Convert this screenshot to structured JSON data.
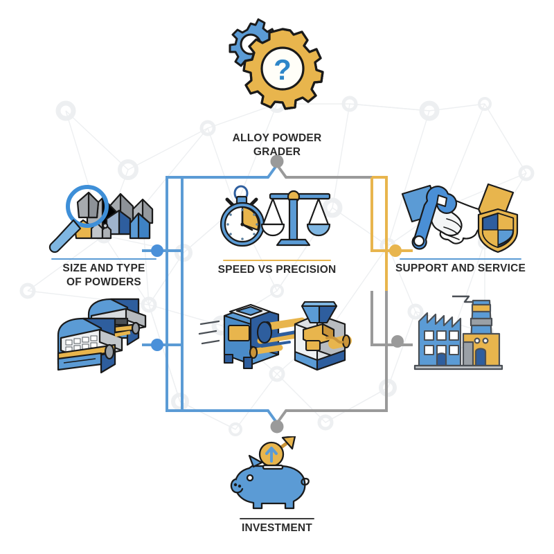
{
  "diagram": {
    "title_node": {
      "label": "ALLOY POWDER GRADER",
      "icon": "gears-question-icon"
    },
    "branches": [
      {
        "id": "size-and-type-of-powders",
        "label": "SIZE AND TYPE\nOF POWDERS",
        "rule_color": "#5B9BD5",
        "icons": [
          "magnifier-ore-pile-icon",
          "sieve-grading-machine-icon"
        ],
        "connector_color": "#5B9BD5",
        "dot_color": "#4A90D9"
      },
      {
        "id": "speed-vs-precision",
        "label": "SPEED VS PRECISION",
        "rule_color": "#E8B54D",
        "icons": [
          "stopwatch-balance-scale-icon",
          "extruder-mill-machine-icon"
        ],
        "connector_color": "#E8B54D",
        "dot_color": "#E8B54D"
      },
      {
        "id": "support-and-service",
        "label": "SUPPORT AND SERVICE",
        "rule_color": "#5B9BD5",
        "icons": [
          "handshake-wrench-shield-icon",
          "factory-icon"
        ],
        "connector_color": "#9A9A9A",
        "dot_color": "#E8B54D"
      },
      {
        "id": "investment",
        "label": "INVESTMENT",
        "rule_color": "#3A3A3A",
        "icons": [
          "piggy-bank-coin-arrow-icon"
        ],
        "connector_color": "#9A9A9A",
        "dot_color": "#9A9A9A"
      }
    ],
    "colors": {
      "blue": "#5B9BD5",
      "blue_dark": "#2E5E9E",
      "blue_deep": "#1F4E79",
      "gold": "#E8B54D",
      "gold_dark": "#C9943A",
      "gray": "#9A9A9A",
      "gray_rock": "#A6AAAE",
      "gray_rock_dark": "#7E848A",
      "outline": "#1A1A1A",
      "text": "#2b2b2b",
      "network": "#EDEFF1",
      "background": "#FFFFFF"
    },
    "connector_nodes": [
      {
        "name": "top-junction-node",
        "color": "#9A9A9A"
      },
      {
        "name": "left-upper-node",
        "color": "#4A90D9"
      },
      {
        "name": "left-lower-node",
        "color": "#4A90D9"
      },
      {
        "name": "right-upper-node",
        "color": "#E8B54D"
      },
      {
        "name": "right-lower-node",
        "color": "#9A9A9A"
      },
      {
        "name": "bottom-junction-node",
        "color": "#9A9A9A"
      }
    ]
  }
}
